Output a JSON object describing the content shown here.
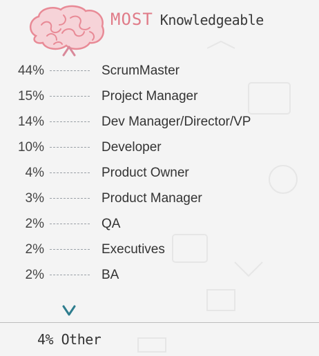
{
  "header": {
    "title_emphasis": "MOST",
    "title_rest": "Knowledgeable"
  },
  "colors": {
    "arrow_top": "#d9899a",
    "arrow_bottom": "#2e7d8e",
    "brain": "#e88a96",
    "title_emphasis": "#e07b88"
  },
  "icons": [
    "brain-icon",
    "double-arrow-icon"
  ],
  "chart_data": {
    "type": "bar",
    "title": "MOST Knowledgeable",
    "categories": [
      "ScrumMaster",
      "Project Manager",
      "Dev Manager/Director/VP",
      "Developer",
      "Product Owner",
      "Product Manager",
      "QA",
      "Executives",
      "BA"
    ],
    "values": [
      44,
      15,
      14,
      10,
      4,
      3,
      2,
      2,
      2
    ],
    "labels": [
      "44%",
      "15%",
      "14%",
      "10%",
      "4%",
      "3%",
      "2%",
      "2%",
      "2%"
    ],
    "other": "4% Other"
  }
}
